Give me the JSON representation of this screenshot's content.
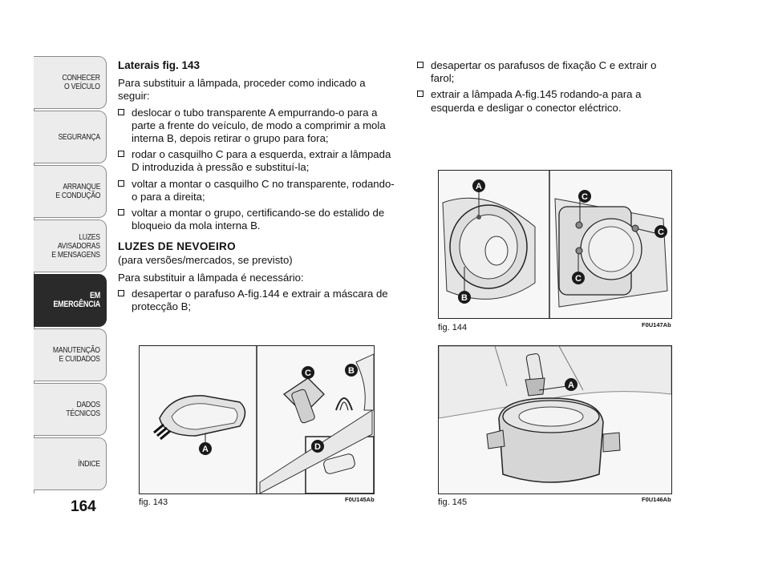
{
  "sidebar": {
    "tabs": [
      {
        "label": "CONHECER\nO VEÍCULO",
        "active": false
      },
      {
        "label": "SEGURANÇA",
        "active": false
      },
      {
        "label": "ARRANQUE\nE CONDUÇÃO",
        "active": false
      },
      {
        "label": "LUZES\nAVISADORAS\nE MENSAGENS",
        "active": false
      },
      {
        "label": "EM EMERGÊNCIA",
        "active": true
      },
      {
        "label": "MANUTENÇÃO\nE CUIDADOS",
        "active": false
      },
      {
        "label": "DADOS\nTÉCNICOS",
        "active": false
      },
      {
        "label": "ÍNDICE",
        "active": false
      }
    ]
  },
  "page_number": "164",
  "left_column": {
    "heading": "Laterais fig. 143",
    "intro": "Para substituir a lâmpada, proceder como indicado a seguir:",
    "steps": [
      "deslocar o tubo transparente A empurrando-o para a parte a frente do veículo, de modo a comprimir a mola interna B, depois retirar o grupo para fora;",
      "rodar o casquilho C para a esquerda, extrair a lâmpada D introduzida à pressão e substituí-la;",
      "voltar a montar o casquilho C no transparente, rodando-o para a direita;",
      "voltar a montar o grupo, certificando-se do estalido de bloqueio da mola interna B."
    ],
    "section_title": "LUZES DE NEVOEIRO",
    "section_subtitle": "(para versões/mercados, se previsto)",
    "section_intro": "Para substituir a lâmpada é necessário:",
    "section_steps": [
      "desapertar o parafuso A-fig.144 e extrair a máscara de protecção B;"
    ]
  },
  "right_column": {
    "steps": [
      "desapertar os parafusos de fixação C e extrair o farol;",
      "extrair a lâmpada A-fig.145 rodando-a para a esquerda e desligar o conector eléctrico."
    ]
  },
  "figures": {
    "fig143": {
      "caption": "fig. 143",
      "code": "F0U145Ab",
      "labels": [
        "A",
        "B",
        "C",
        "D"
      ]
    },
    "fig144": {
      "caption": "fig. 144",
      "code": "F0U147Ab",
      "labels": [
        "A",
        "B",
        "C",
        "C",
        "C"
      ]
    },
    "fig145": {
      "caption": "fig. 145",
      "code": "F0U146Ab",
      "labels": [
        "A"
      ]
    }
  },
  "colors": {
    "active_tab": "#2a2a2a",
    "tab": "#ececec",
    "label_circle": "#1a1a1a"
  }
}
